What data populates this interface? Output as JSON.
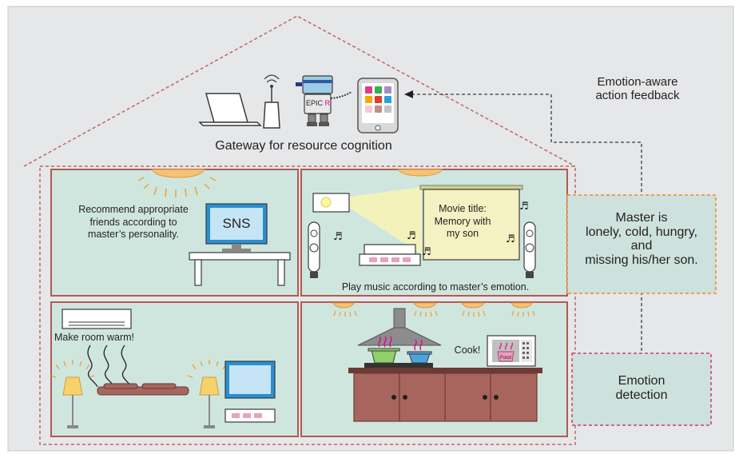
{
  "gateway_label": "Gateway for resource cognition",
  "robot_label_main": "EPIC",
  "robot_label_accent": "R",
  "feedback_label": [
    "Emotion-aware",
    "action feedback"
  ],
  "master_state": [
    "Master is",
    "lonely, cold, hungry,",
    "and",
    "missing his/her son."
  ],
  "emotion_detection": [
    "Emotion",
    "detection"
  ],
  "rooms": {
    "sns": {
      "text": [
        "Recommend appropriate",
        "friends according to",
        "master’s personality."
      ],
      "tv_label": "SNS"
    },
    "theater": {
      "movie": [
        "Movie title:",
        "Memory with",
        "my son"
      ],
      "caption": "Play music according to master’s emotion."
    },
    "living": {
      "text": "Make room warm!"
    },
    "kitchen": {
      "text": "Cook!",
      "food_label": "Food"
    }
  },
  "colors": {
    "background": "#e6e7e8",
    "room_fill": "#cfe6df",
    "wall": "#b25a53",
    "house_outline": "#b86a5f",
    "state_box": "#cde2dc",
    "state_border": "#f08a24",
    "detect_border": "#d43a6e",
    "furniture": "#a8655e",
    "light": "#f5c276",
    "light_rays": "#f0a033"
  }
}
